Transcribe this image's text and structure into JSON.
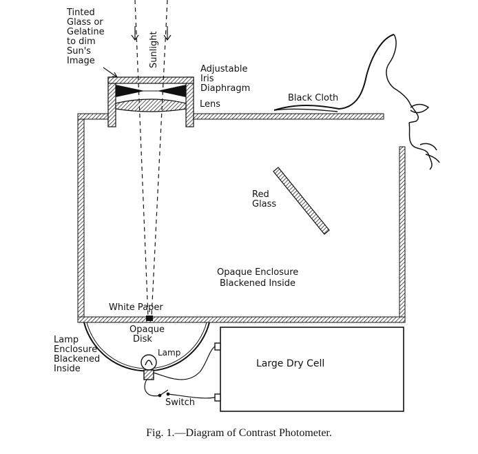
{
  "labels": {
    "tinted_glass": [
      "Tinted",
      "Glass or",
      "Gelatine",
      "to dim",
      "Sun's",
      "Image"
    ],
    "sunlight": "Sunlight",
    "iris": [
      "Adjustable",
      "Iris",
      "Diaphragm"
    ],
    "lens": "Lens",
    "black_cloth": "Black Cloth",
    "red_glass": [
      "Red",
      "Glass"
    ],
    "enclosure": [
      "Opaque Enclosure",
      "Blackened Inside"
    ],
    "white_paper": "White Paper",
    "opaque_disk": [
      "Opaque",
      "Disk"
    ],
    "lamp_enclosure": [
      "Lamp",
      "Enclosure",
      "Blackened",
      "Inside"
    ],
    "lamp": "Lamp",
    "dry_cell": "Large Dry Cell",
    "switch": "Switch"
  },
  "caption": "Fig. 1.—Diagram of Contrast Photometer.",
  "colors": {
    "ink": "#111111",
    "paper": "#ffffff"
  }
}
